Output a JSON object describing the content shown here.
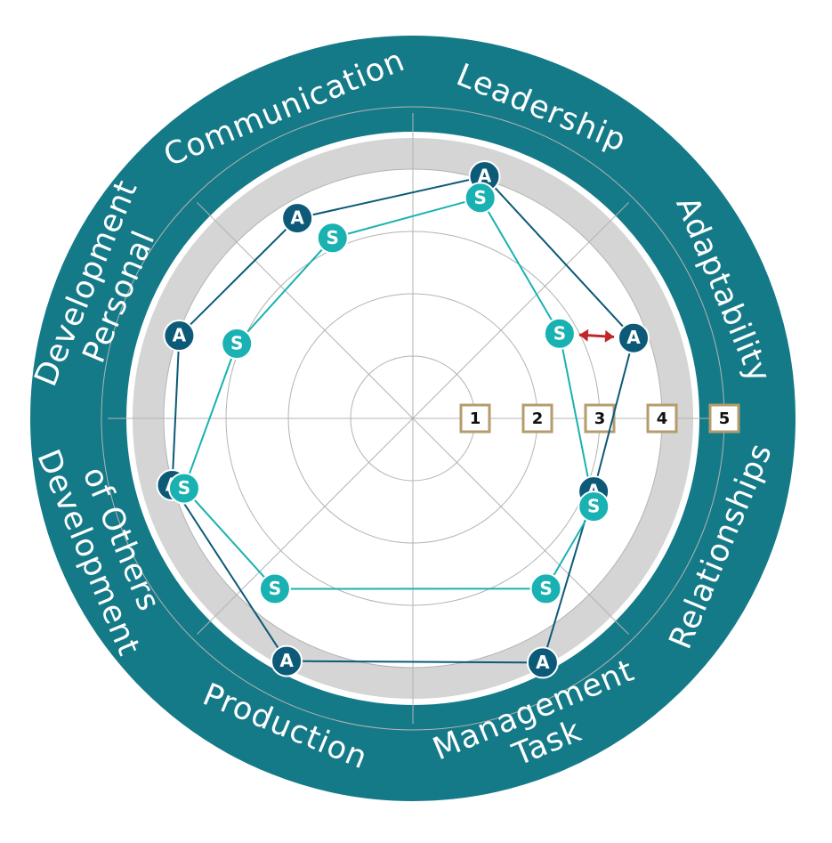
{
  "colors": {
    "teal_dark": "#157a88",
    "actual_color": "#0c5a78",
    "self_color": "#19b1b1",
    "band_grey": "#d5d5d5",
    "grid_grey": "#b3b3b3",
    "arrow_red": "#c0262a",
    "box_border": "#b49c6c"
  },
  "chart_data": {
    "type": "radar",
    "categories": [
      {
        "lines": [
          "Leadership"
        ]
      },
      {
        "lines": [
          "Adaptability"
        ]
      },
      {
        "lines": [
          "Relationships"
        ]
      },
      {
        "lines": [
          "Task",
          "Management"
        ]
      },
      {
        "lines": [
          "Production"
        ]
      },
      {
        "lines": [
          "Development",
          "of Others"
        ]
      },
      {
        "lines": [
          "Personal",
          "Development"
        ]
      },
      {
        "lines": [
          "Communication"
        ]
      }
    ],
    "scale_labels": [
      "1",
      "2",
      "3",
      "4",
      "5"
    ],
    "rmax": 5,
    "band": [
      4.0,
      4.5
    ],
    "series": [
      {
        "id": "actual",
        "marker_label": "A",
        "points": [
          {
            "angle": 16.5,
            "value": 4.05
          },
          {
            "angle": 70,
            "value": 3.77
          },
          {
            "angle": 112,
            "value": 3.13
          },
          {
            "angle": 152,
            "value": 4.44
          },
          {
            "angle": 207.5,
            "value": 4.39
          },
          {
            "angle": 254.5,
            "value": 4.01
          },
          {
            "angle": 289.5,
            "value": 3.98
          },
          {
            "angle": 330,
            "value": 3.71
          }
        ]
      },
      {
        "id": "self",
        "marker_label": "S",
        "points": [
          {
            "angle": 17,
            "value": 3.7
          },
          {
            "angle": 60,
            "value": 2.72
          },
          {
            "angle": 116,
            "value": 3.23
          },
          {
            "angle": 142,
            "value": 3.47
          },
          {
            "angle": 219,
            "value": 3.52
          },
          {
            "angle": 253,
            "value": 3.84
          },
          {
            "angle": 293,
            "value": 3.07
          },
          {
            "angle": 336,
            "value": 3.17
          }
        ]
      }
    ],
    "gap_arrow": {
      "from_series": "self",
      "to_series": "actual",
      "index": 1
    }
  }
}
